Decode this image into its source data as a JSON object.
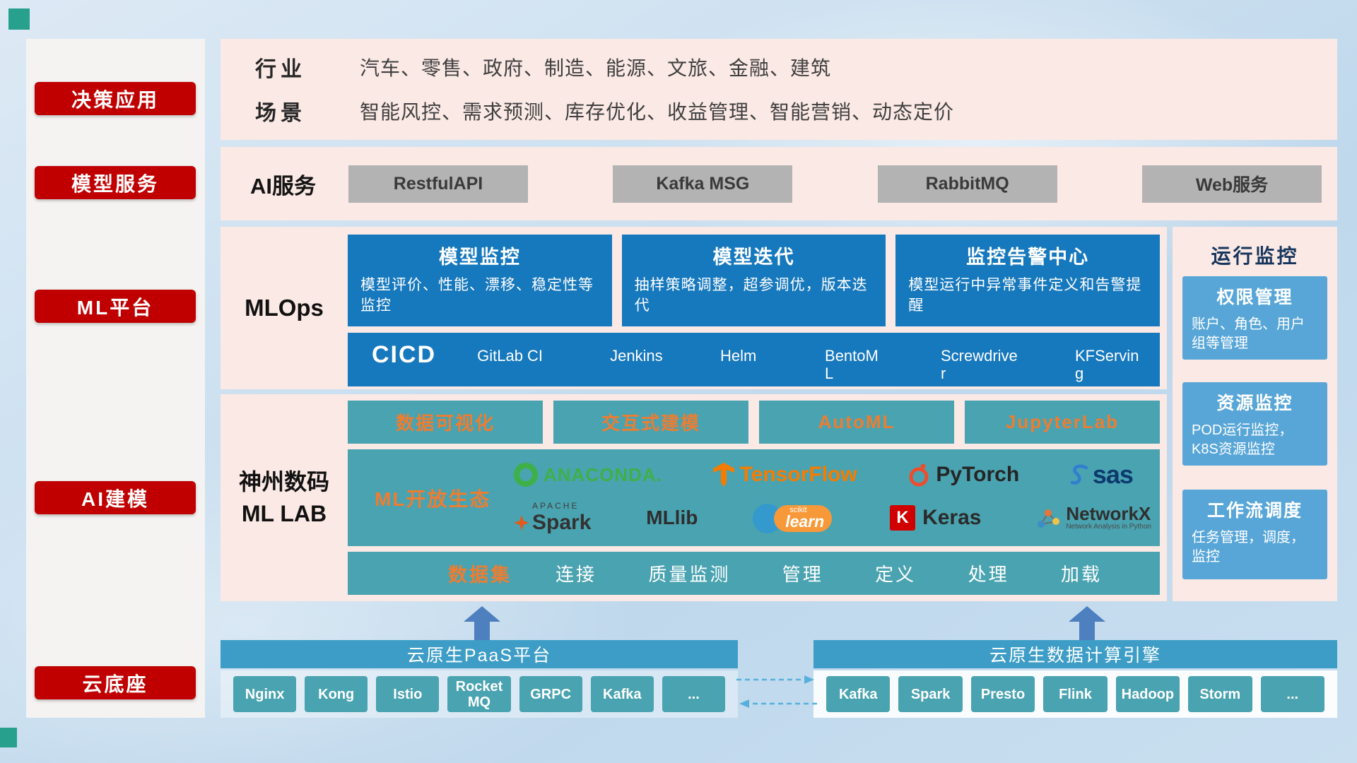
{
  "colors": {
    "accent_red": "#c00000",
    "panel_pink": "#fbe9e5",
    "primary_blue": "#1678bd",
    "light_blue_card": "#58a6d8",
    "teal": "#4aa3b0",
    "bar_blue": "#3d9dc6",
    "accent_orange": "#ed7d31",
    "gray_button": "#b3b3b3",
    "corner_square_teal": "#27a08e"
  },
  "sidebar": {
    "items": [
      {
        "label": "决策应用"
      },
      {
        "label": "模型服务"
      },
      {
        "label": "ML平台"
      },
      {
        "label": "AI建模"
      },
      {
        "label": "云底座"
      }
    ]
  },
  "industry": {
    "rows": [
      {
        "label": "行业",
        "text": "汽车、零售、政府、制造、能源、文旅、金融、建筑"
      },
      {
        "label": "场景",
        "text": "智能风控、需求预测、库存优化、收益管理、智能营销、动态定价"
      }
    ]
  },
  "ai_service": {
    "label": "AI服务",
    "buttons": [
      "RestfulAPI",
      "Kafka MSG",
      "RabbitMQ",
      "Web服务"
    ]
  },
  "mlops": {
    "label": "MLOps",
    "cards": [
      {
        "title": "模型监控",
        "desc": "模型评价、性能、漂移、稳定性等监控"
      },
      {
        "title": "模型迭代",
        "desc": "抽样策略调整，超参调优，版本迭代"
      },
      {
        "title": "监控告警中心",
        "desc": "模型运行中异常事件定义和告警提醒"
      }
    ],
    "cicd_label": "CICD",
    "cicd_tools": [
      "GitLab CI",
      "Jenkins",
      "Helm",
      "BentoML",
      "Screwdriver",
      "KFServing"
    ]
  },
  "monitoring": {
    "title": "运行监控",
    "cards": [
      {
        "title": "权限管理",
        "desc": "账户、角色、用户组等管理"
      },
      {
        "title": "资源监控",
        "desc": "POD运行监控，K8S资源监控"
      },
      {
        "title": "工作流调度",
        "desc": "任务管理，调度，监控"
      }
    ]
  },
  "mllab": {
    "label_line1": "神州数码",
    "label_line2": "ML LAB",
    "tool_buttons": [
      "数据可视化",
      "交互式建模",
      "AutoML",
      "JupyterLab"
    ],
    "ecosystem_label": "ML开放生态",
    "logos": {
      "anaconda": "ANACONDA.",
      "tensorflow": "TensorFlow",
      "pytorch": "PyTorch",
      "sas": "sas",
      "spark_super": "APACHE",
      "spark": "Spark",
      "mllib": "MLlib",
      "sklearn_super": "scikit",
      "sklearn": "learn",
      "keras_letter": "K",
      "keras": "Keras",
      "networkx": "NetworkX",
      "networkx_sub": "Network Analysis in Python"
    },
    "data_label": "数据集",
    "data_items": [
      "连接",
      "质量监测",
      "管理",
      "定义",
      "处理",
      "加载"
    ]
  },
  "cloud": {
    "paas_title": "云原生PaaS平台",
    "paas_items": [
      "Nginx",
      "Kong",
      "Istio",
      "RocketMQ",
      "GRPC",
      "Kafka",
      "..."
    ],
    "engine_title": "云原生数据计算引擎",
    "engine_items": [
      "Kafka",
      "Spark",
      "Presto",
      "Flink",
      "Hadoop",
      "Storm",
      "..."
    ]
  }
}
